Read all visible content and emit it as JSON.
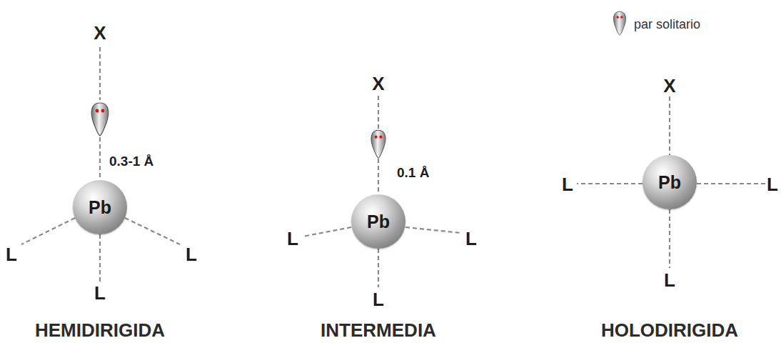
{
  "diagram": {
    "nodes": [
      {
        "text": [
          "Pb"
        ]
      },
      {
        "text": [
          "Pb"
        ]
      },
      {
        "text": [
          "Pb"
        ]
      }
    ],
    "labels": [
      "X",
      "0.3-1 Å",
      "L",
      "L",
      "L",
      "HEMIDIRIGIDA",
      "X",
      "0.1 Å",
      "L",
      "L",
      "L",
      "INTERMEDIA",
      "X",
      "L",
      "L",
      "L",
      "HOLODIRIGIDA"
    ],
    "legend": [
      {
        "text": "par solitario"
      }
    ]
  }
}
